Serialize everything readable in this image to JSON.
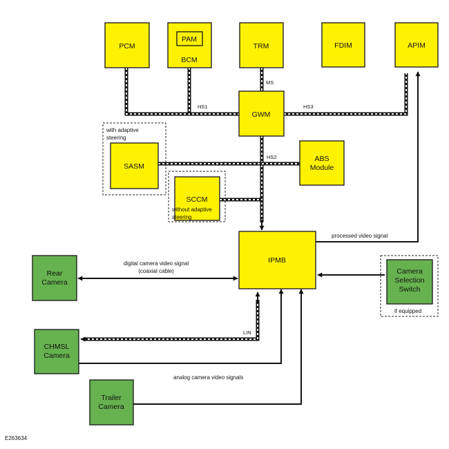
{
  "modules": {
    "pcm": "PCM",
    "pam": "PAM",
    "bcm": "BCM",
    "trm": "TRM",
    "fdim": "FDIM",
    "apim": "APIM",
    "gwm": "GWM",
    "sasm": "SASM",
    "abs_line1": "ABS",
    "abs_line2": "Module",
    "sccm": "SCCM",
    "ipmb": "IPMB"
  },
  "cameras": {
    "rear_line1": "Rear",
    "rear_line2": "Camera",
    "chmsl_line1": "CHMSL",
    "chmsl_line2": "Camera",
    "trailer_line1": "Trailer",
    "trailer_line2": "Camera",
    "switch_line1": "Camera",
    "switch_line2": "Selection",
    "switch_line3": "Switch"
  },
  "buses": {
    "ms": "MS",
    "hs1": "HS1",
    "hs2": "HS2",
    "hs3": "HS3",
    "lin": "LIN"
  },
  "annotations": {
    "adaptive_line1": "with adaptive",
    "adaptive_line2": "steering",
    "no_adaptive_line1": "without adaptive",
    "no_adaptive_line2": "steering",
    "if_equipped": "if equipped",
    "processed_video": "processed video signal",
    "digital_video_line1": "digital camera video signal",
    "digital_video_line2": "(coaxial cable)",
    "analog_video": "analog camera video signals"
  },
  "footer": {
    "figure_id": "E263634"
  },
  "colors": {
    "module_fill": "#fff200",
    "camera_fill": "#66b24f",
    "line": "#111111"
  }
}
